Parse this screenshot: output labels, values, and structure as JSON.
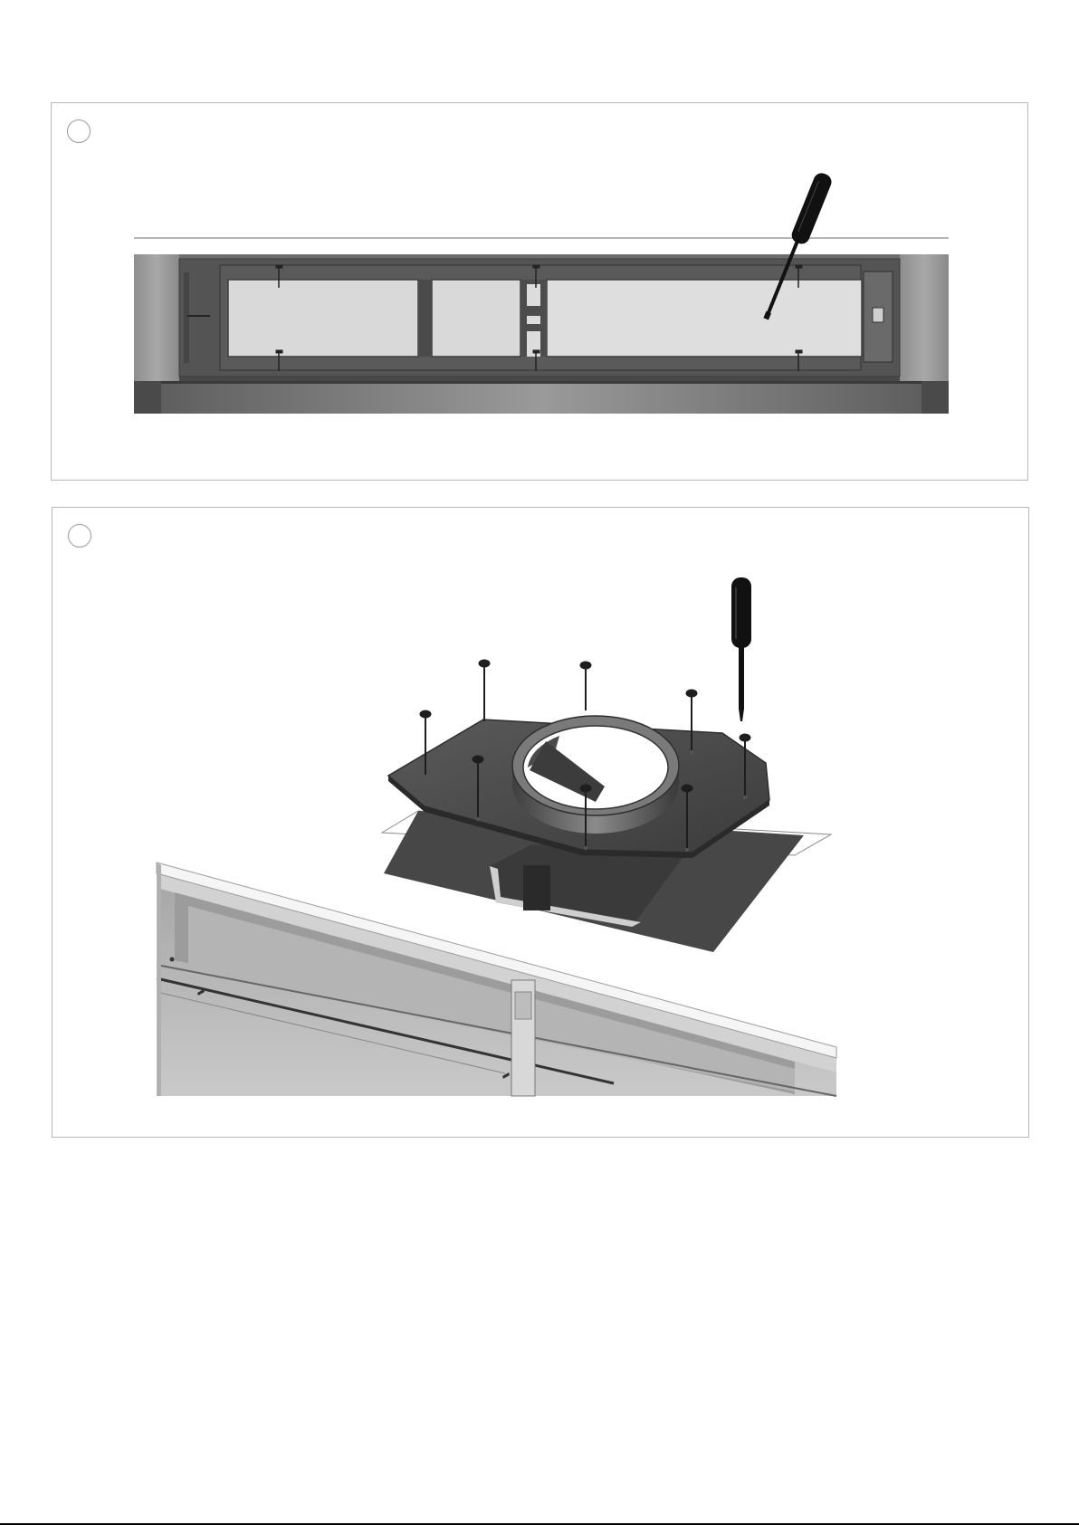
{
  "page": {
    "steps": [
      {
        "id": "step-1",
        "illustration": "remove-access-panel-screws"
      },
      {
        "id": "step-2",
        "illustration": "attach-duct-collar-plate"
      }
    ],
    "icons": [
      "step-number-circle",
      "screwdriver-icon",
      "screw-icon"
    ],
    "colors": {
      "panel_border": "#b8b8b8",
      "metal_dark": "#4a4a4a",
      "metal_mid": "#8a8a8a",
      "metal_light": "#d8d8d8",
      "wood": "#9e9e9e",
      "tool": "#111111"
    }
  }
}
